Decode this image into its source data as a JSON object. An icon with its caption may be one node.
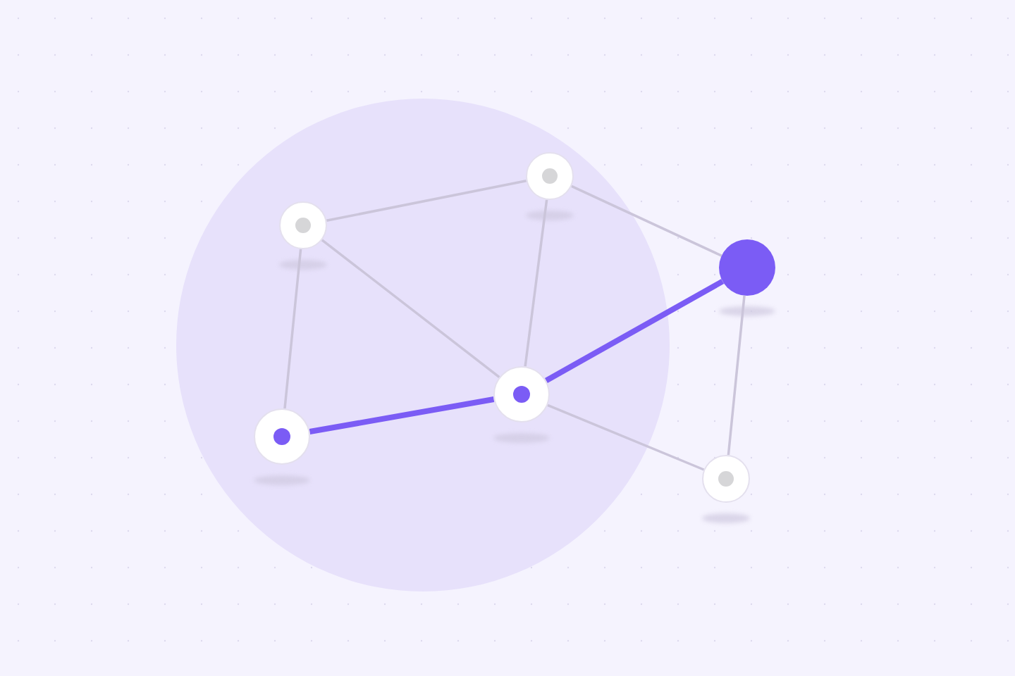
{
  "diagram": {
    "nodes": [
      {
        "text": [],
        "shape": "circle"
      },
      {
        "text": [],
        "shape": "circle"
      },
      {
        "text": [],
        "shape": "circle"
      },
      {
        "text": [],
        "shape": "circle"
      },
      {
        "text": [],
        "shape": "circle"
      },
      {
        "text": [],
        "shape": "circle"
      }
    ],
    "edges": [
      {
        "from": 1,
        "to": 0,
        "arrow": "none"
      },
      {
        "from": 0,
        "to": 3,
        "arrow": "none"
      },
      {
        "from": 0,
        "to": 2,
        "arrow": "none"
      },
      {
        "from": 1,
        "to": 3,
        "arrow": "none"
      },
      {
        "from": 1,
        "to": 4,
        "arrow": "none"
      },
      {
        "from": 4,
        "to": 3,
        "arrow": "none",
        "style": "thick",
        "color": "#7b5cf5"
      },
      {
        "from": 3,
        "to": 2,
        "arrow": "none",
        "style": "thick",
        "color": "#7b5cf5"
      },
      {
        "from": 3,
        "to": 5,
        "arrow": "none"
      },
      {
        "from": 2,
        "to": 5,
        "arrow": "none"
      }
    ]
  }
}
